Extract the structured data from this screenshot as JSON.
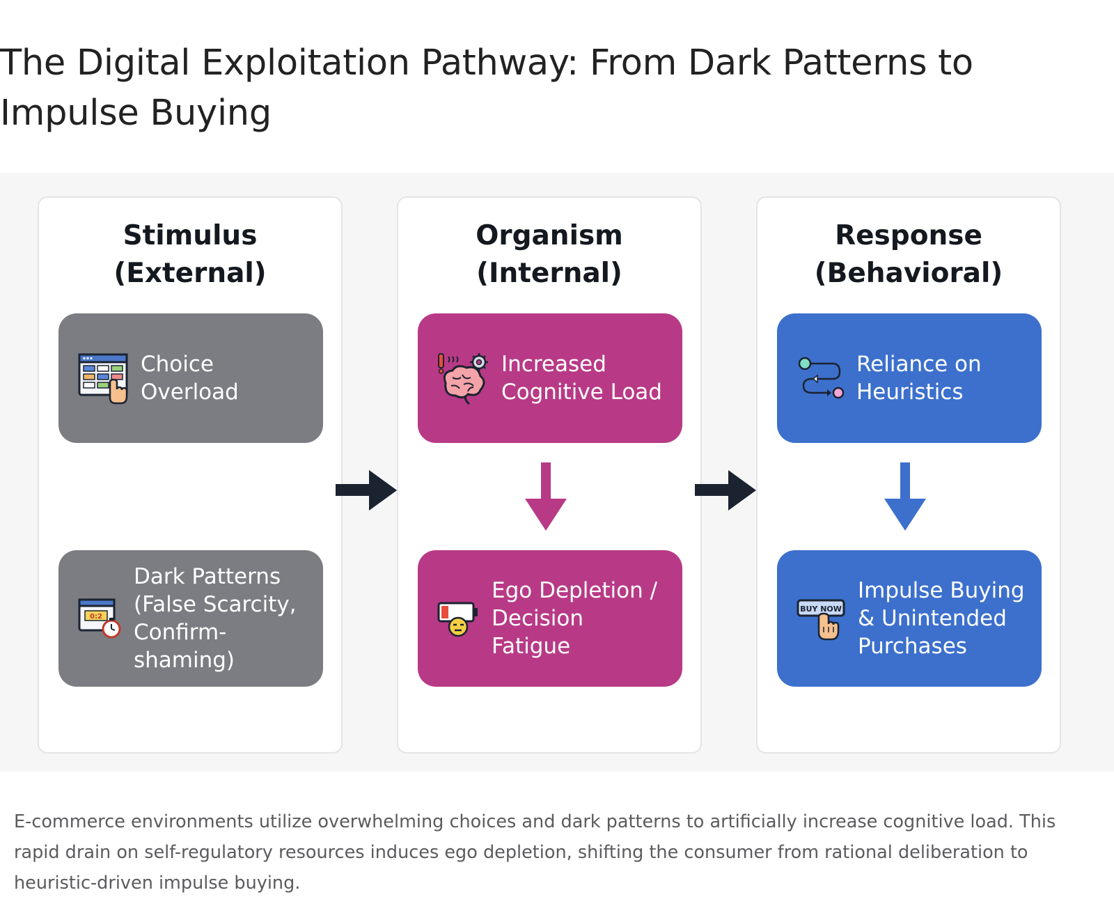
{
  "title": "The Digital Exploitation Pathway: From Dark Patterns to Impulse Buying",
  "stages": [
    {
      "heading_line1": "Stimulus",
      "heading_line2": "(External)",
      "color": "#7b7d82",
      "cards": [
        {
          "icon": "choice-grid-icon",
          "lines": [
            "Choice",
            "Overload"
          ]
        },
        {
          "icon": "countdown-timer-icon",
          "icon_text": "0:2",
          "lines": [
            "Dark Patterns",
            "(False Scarcity,",
            "Confirm-shaming)"
          ]
        }
      ]
    },
    {
      "heading_line1": "Organism",
      "heading_line2": "(Internal)",
      "color": "#b83a86",
      "cards": [
        {
          "icon": "brain-gear-icon",
          "lines": [
            "Increased",
            "Cognitive Load"
          ]
        },
        {
          "icon": "low-battery-icon",
          "lines": [
            "Ego Depletion /",
            "Decision Fatigue"
          ]
        }
      ]
    },
    {
      "heading_line1": "Response",
      "heading_line2": "(Behavioral)",
      "color": "#3c70cc",
      "cards": [
        {
          "icon": "path-flow-icon",
          "lines": [
            "Reliance on",
            "Heuristics"
          ]
        },
        {
          "icon": "buy-now-button-icon",
          "icon_text": "BUY NOW",
          "lines": [
            "Impulse Buying",
            "& Unintended",
            "Purchases"
          ]
        }
      ]
    }
  ],
  "caption": "E-commerce environments utilize overwhelming choices and dark patterns to artificially increase cognitive load. This rapid drain on self-regulatory resources induces ego depletion, shifting the consumer from rational deliberation to heuristic-driven impulse buying."
}
